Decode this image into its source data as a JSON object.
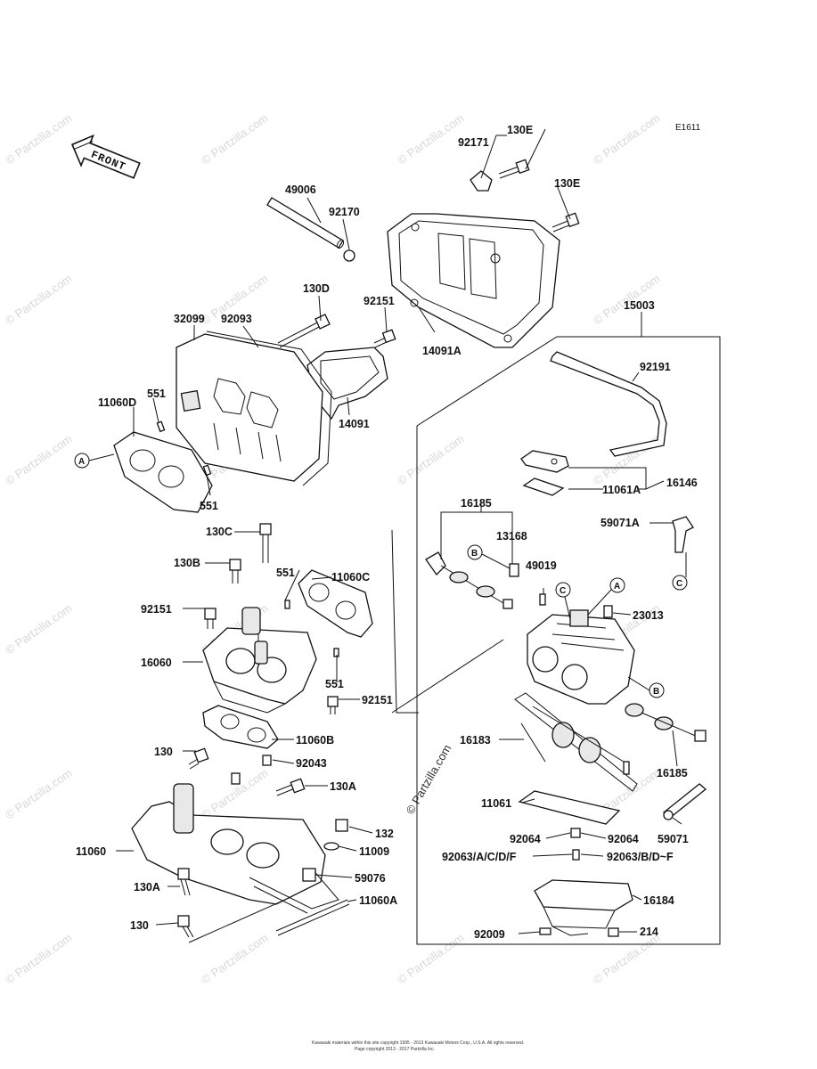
{
  "diagram_code": "E1611",
  "front_label": "FRONT",
  "watermark_text": "© Partzilla.com",
  "center_watermark": "© Partzilla.com",
  "footer_line1": "Kawasaki materials within this site copyright 1995 - 2013 Kawasaki Motors Corp., U.S.A. All rights reserved.",
  "footer_line2": "Page copyright 2013 - 2017 Partzilla Inc.",
  "parts": {
    "p130E_top": "130E",
    "p92171": "92171",
    "p130E_mid": "130E",
    "p49006": "49006",
    "p92170": "92170",
    "p130D": "130D",
    "p92151_top": "92151",
    "p32099": "32099",
    "p92093": "92093",
    "p14091A": "14091A",
    "p15003": "15003",
    "p11060D": "11060D",
    "p551_top": "551",
    "p14091": "14091",
    "p92191": "92191",
    "p551_mid": "551",
    "p16146": "16146",
    "p11061A": "11061A",
    "p16185_top": "16185",
    "p59071A": "59071A",
    "p13168": "13168",
    "p130C": "130C",
    "p130B": "130B",
    "p551_c": "551",
    "p11060C": "11060C",
    "p49019": "49019",
    "p92151_mid": "92151",
    "p23013": "23013",
    "p16060": "16060",
    "p551_d": "551",
    "p92151_low": "92151",
    "p11060B": "11060B",
    "p16183": "16183",
    "p130": "130",
    "p92043": "92043",
    "p16185_bot": "16185",
    "p130A_top": "130A",
    "p11061": "11061",
    "p132": "132",
    "p92064_l": "92064",
    "p92064_r": "92064",
    "p59071": "59071",
    "p11060": "11060",
    "p11009": "11009",
    "p92063_l": "92063/A/C/D/F",
    "p92063_r": "92063/B/D~F",
    "p59076": "59076",
    "p130A_bot": "130A",
    "p16184": "16184",
    "p11060A": "11060A",
    "p130_bot": "130",
    "p92009": "92009",
    "p214": "214"
  },
  "callouts": {
    "a_left": "A",
    "b_left": "B",
    "c_mid": "C",
    "a_mid": "A",
    "c_right": "C",
    "b_right": "B"
  }
}
